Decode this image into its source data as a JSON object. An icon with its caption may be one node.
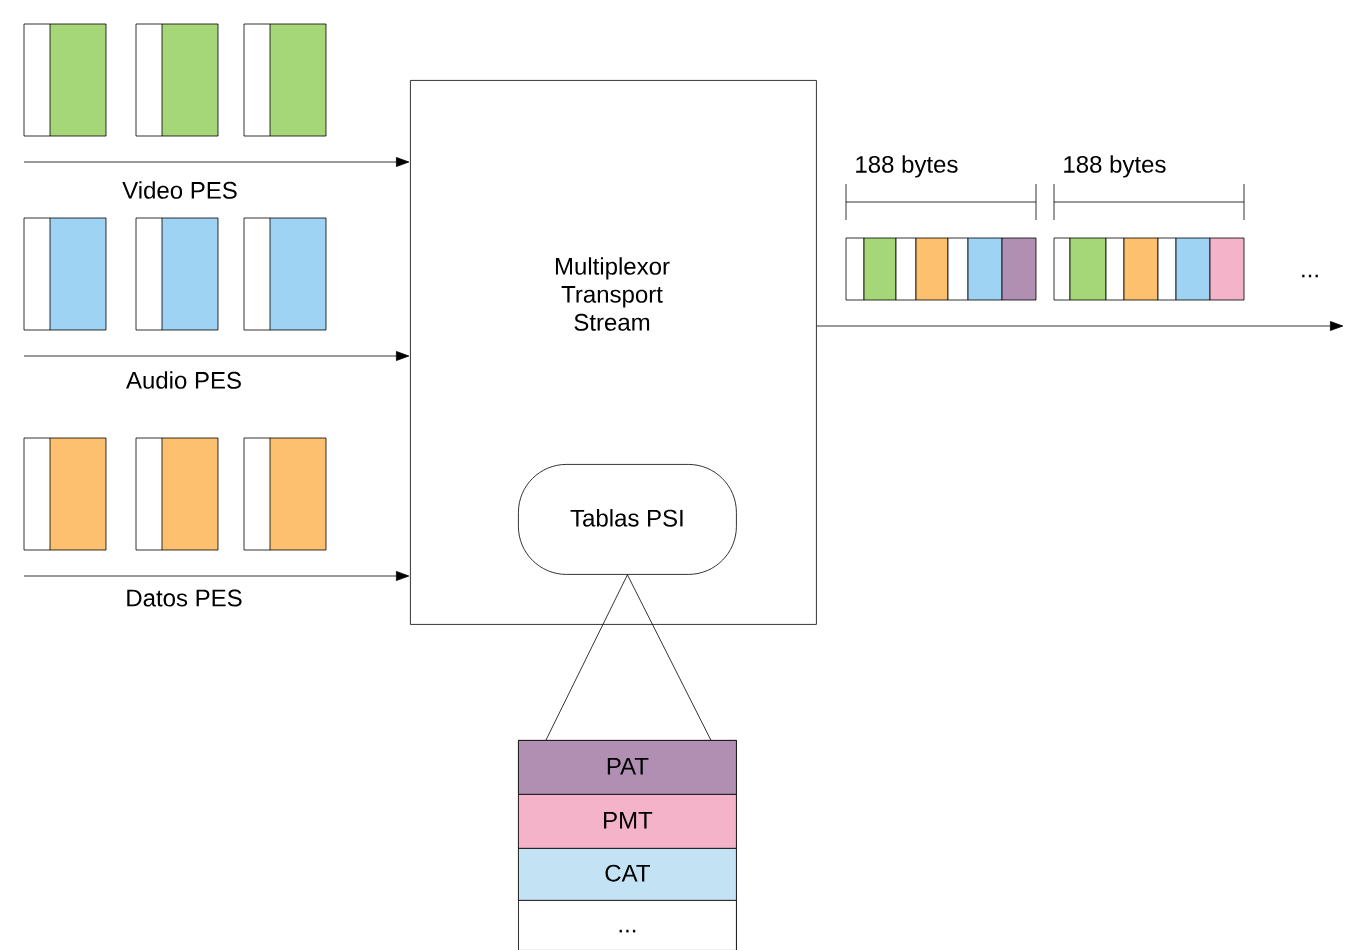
{
  "diagram": {
    "nodes": [
      {
        "text": [
          "Multiplexor Transport Stream"
        ]
      },
      {
        "text": [
          "Tablas PSI"
        ],
        "in": 0
      },
      {
        "text": [],
        "shape": "box"
      },
      {
        "text": [
          "PAT"
        ],
        "in": 2
      },
      {
        "text": [
          "PMT"
        ],
        "in": 2
      },
      {
        "text": [
          "CAT"
        ],
        "in": 2
      },
      {
        "text": [
          "..."
        ],
        "in": 2
      }
    ],
    "edges": [
      {
        "from": null,
        "to": 0,
        "arrow": "to",
        "label": "Video PES"
      },
      {
        "from": null,
        "to": 0,
        "arrow": "to",
        "label": "Audio PES"
      },
      {
        "from": null,
        "to": 0,
        "arrow": "to",
        "label": "Datos PES"
      },
      {
        "from": 0,
        "to": null,
        "arrow": "to"
      },
      {
        "from": 1,
        "to": 2,
        "arrow": "none"
      },
      {
        "from": 1,
        "to": 2,
        "arrow": "none"
      }
    ],
    "labels": [
      "188 bytes",
      "188 bytes",
      "..."
    ]
  }
}
